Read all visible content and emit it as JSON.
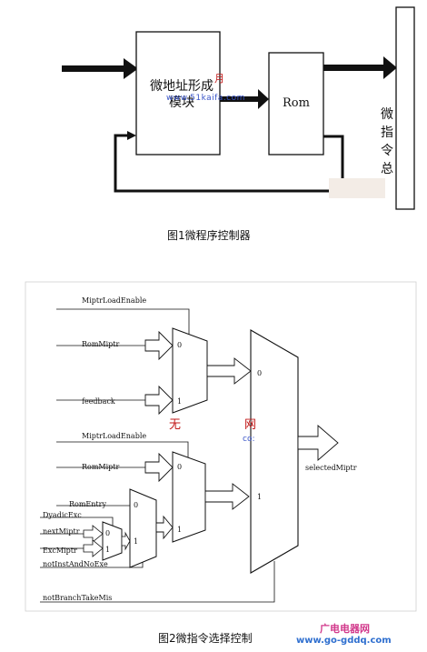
{
  "figure1": {
    "module_label_line1": "微地址形成",
    "module_label_line2": "模块",
    "rom_label": "Rom",
    "output_label": "微指令总",
    "caption": "图1微程序控制器",
    "watermark_url": "www.51kaifa.com",
    "watermark_han": "月"
  },
  "figure2": {
    "mux1_input0": "RomMiptr",
    "mux1_input1": "feedback",
    "mux1_sel": "MiptrLoadEnable",
    "mux2_input0": "RomMiptr",
    "mux2_sel": "MiptrLoadEnable",
    "mux3_input0": "RomEntry",
    "mux4_sel": "DyadicExc",
    "mux4_input0": "nextMiptr",
    "mux4_input1": "ExcMiptr",
    "mux3_sel": "notInstAndNoExe",
    "big_mux_sel": "notBranchTakeMis",
    "output": "selectedMiptr",
    "port_0": "0",
    "port_1": "1",
    "caption": "图2微指令选择控制",
    "watermark_left": "无",
    "watermark_right": "网",
    "watermark_co": "co:"
  },
  "footer_watermark": {
    "name": "广电电器网",
    "url": "www.go-gddq.com"
  }
}
